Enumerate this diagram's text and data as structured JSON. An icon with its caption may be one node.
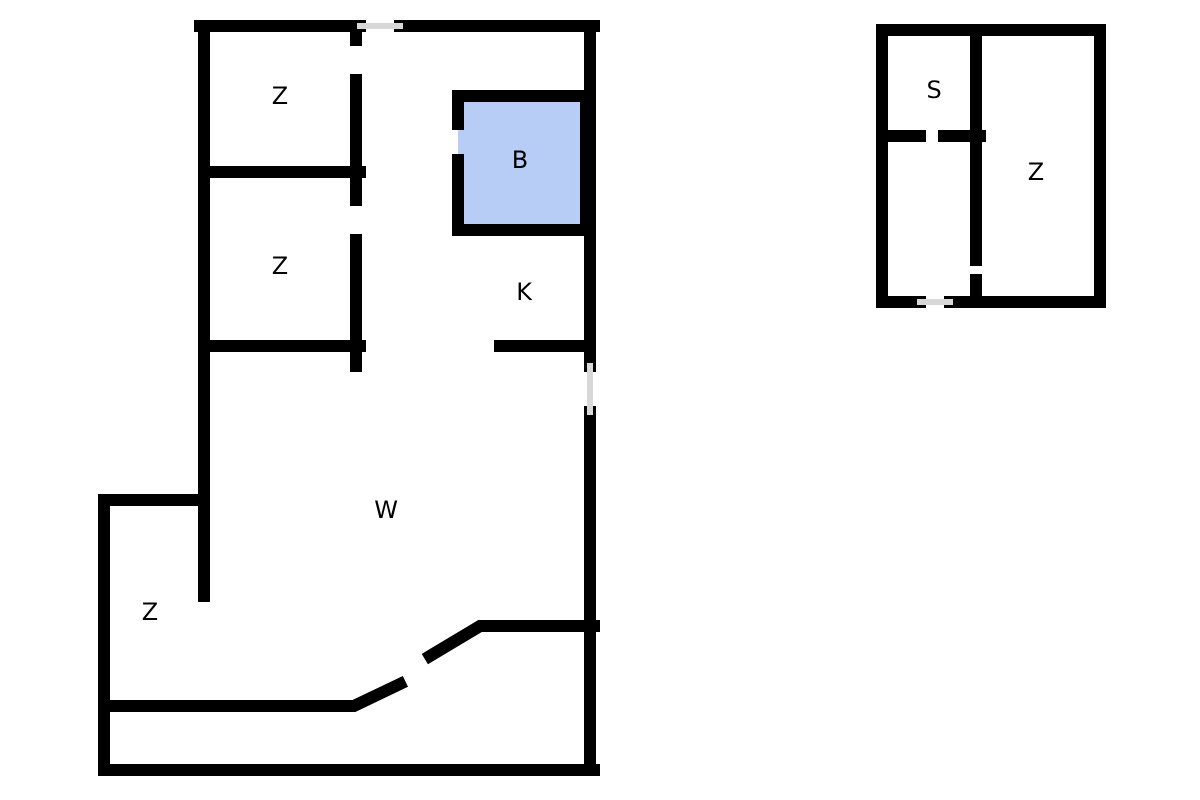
{
  "diagram": {
    "labels": [
      "Z",
      "B",
      "S",
      "Z",
      "Z",
      "K",
      "W",
      "Z"
    ]
  }
}
